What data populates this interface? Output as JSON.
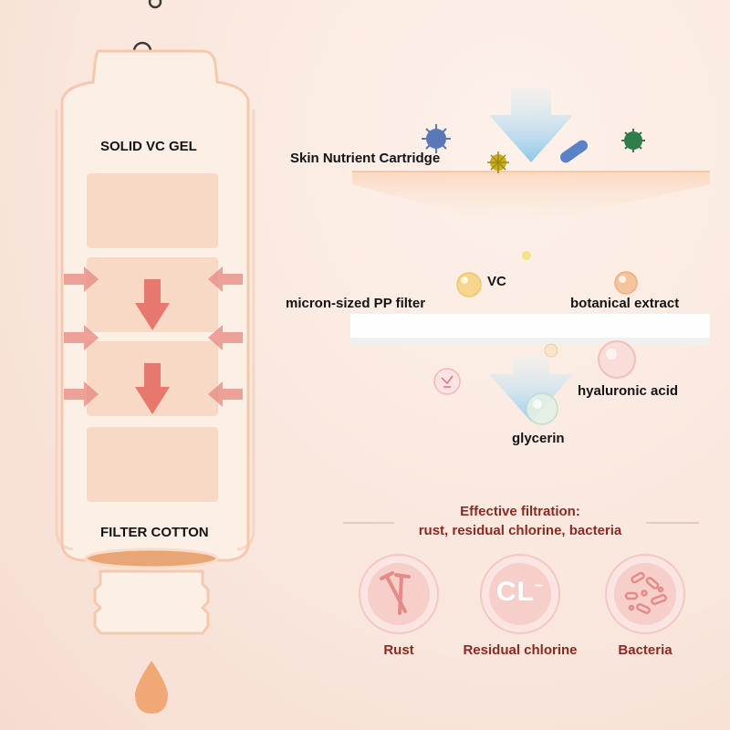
{
  "cartridge": {
    "top_label": "SOLID VC GEL",
    "bottom_label": "FILTER COTTON",
    "outline_color": "#f5c9ad",
    "block_color": "#f7d9c6",
    "arrow_color": "#e88880",
    "droplet_color": "#f0a877"
  },
  "top_diagram": {
    "cartridge_label": "Skin Nutrient Cartridge",
    "filter_label": "micron-sized PP filter",
    "ingredients": {
      "vc": "VC",
      "botanical": "botanical extract",
      "hyaluronic": "hyaluronic acid",
      "glycerin": "glycerin"
    },
    "arrow_color": "#a8d3ec"
  },
  "filtration": {
    "heading_line1": "Effective filtration:",
    "heading_line2": "rust, residual chlorine, bacteria",
    "heading_color": "#8c2a22",
    "items": [
      {
        "label": "Rust",
        "icon": "nail-icon"
      },
      {
        "label": "Residual chlorine",
        "icon": "chlorine-icon",
        "symbol": "CL",
        "superscript": "−"
      },
      {
        "label": "Bacteria",
        "icon": "bacteria-icon"
      }
    ]
  }
}
